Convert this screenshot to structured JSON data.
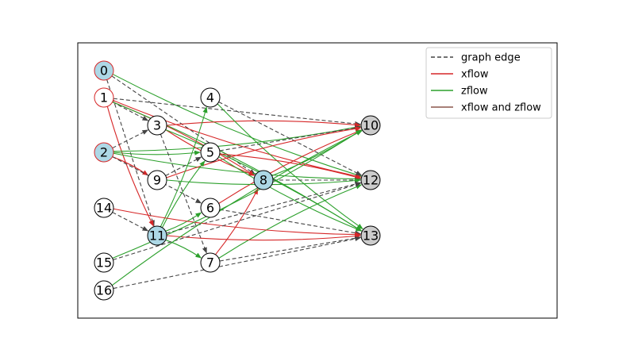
{
  "legend": {
    "entries": [
      {
        "key": "graph",
        "label": "graph edge",
        "color": "#444444",
        "dashed": true
      },
      {
        "key": "xflow",
        "label": "xflow",
        "color": "#d62728",
        "dashed": false
      },
      {
        "key": "zflow",
        "label": "zflow",
        "color": "#2ca02c",
        "dashed": false
      },
      {
        "key": "both",
        "label": "xflow and zflow",
        "color": "#8c564b",
        "dashed": false
      }
    ]
  },
  "colors": {
    "node_fill_default": "#ffffff",
    "node_fill_highlight": "#add8e6",
    "node_fill_target": "#cccccc",
    "node_border_default": "#000000",
    "node_border_red": "#d62728"
  },
  "nodes": [
    {
      "id": "0",
      "fill": "highlight",
      "border": "red"
    },
    {
      "id": "1",
      "fill": "default",
      "border": "red"
    },
    {
      "id": "2",
      "fill": "highlight",
      "border": "red"
    },
    {
      "id": "3",
      "fill": "default",
      "border": "default"
    },
    {
      "id": "4",
      "fill": "default",
      "border": "default"
    },
    {
      "id": "5",
      "fill": "default",
      "border": "default"
    },
    {
      "id": "6",
      "fill": "default",
      "border": "default"
    },
    {
      "id": "7",
      "fill": "default",
      "border": "default"
    },
    {
      "id": "8",
      "fill": "highlight",
      "border": "default"
    },
    {
      "id": "9",
      "fill": "default",
      "border": "default"
    },
    {
      "id": "10",
      "fill": "target",
      "border": "default"
    },
    {
      "id": "11",
      "fill": "highlight",
      "border": "default"
    },
    {
      "id": "12",
      "fill": "target",
      "border": "default"
    },
    {
      "id": "13",
      "fill": "target",
      "border": "default"
    },
    {
      "id": "14",
      "fill": "default",
      "border": "default"
    },
    {
      "id": "15",
      "fill": "default",
      "border": "default"
    },
    {
      "id": "16",
      "fill": "default",
      "border": "default"
    }
  ],
  "edges": [
    {
      "from": "0",
      "to": "11",
      "type": "graph"
    },
    {
      "from": "0",
      "to": "8",
      "type": "graph"
    },
    {
      "from": "0",
      "to": "12",
      "type": "zflow"
    },
    {
      "from": "1",
      "to": "3",
      "type": "graph"
    },
    {
      "from": "1",
      "to": "11",
      "type": "xflow"
    },
    {
      "from": "1",
      "to": "8",
      "type": "xflow"
    },
    {
      "from": "1",
      "to": "12",
      "type": "xflow"
    },
    {
      "from": "1",
      "to": "13",
      "type": "zflow"
    },
    {
      "from": "1",
      "to": "10",
      "type": "graph"
    },
    {
      "from": "2",
      "to": "9",
      "type": "xflow"
    },
    {
      "from": "2",
      "to": "10",
      "type": "zflow"
    },
    {
      "from": "2",
      "to": "3",
      "type": "graph"
    },
    {
      "from": "2",
      "to": "5",
      "type": "zflow"
    },
    {
      "from": "2",
      "to": "6",
      "type": "graph"
    },
    {
      "from": "2",
      "to": "12",
      "type": "zflow"
    },
    {
      "from": "3",
      "to": "10",
      "type": "xflow"
    },
    {
      "from": "3",
      "to": "8",
      "type": "xflow"
    },
    {
      "from": "3",
      "to": "13",
      "type": "zflow"
    },
    {
      "from": "3",
      "to": "7",
      "type": "graph"
    },
    {
      "from": "4",
      "to": "12",
      "type": "graph"
    },
    {
      "from": "4",
      "to": "13",
      "type": "zflow"
    },
    {
      "from": "5",
      "to": "12",
      "type": "xflow"
    },
    {
      "from": "5",
      "to": "13",
      "type": "zflow"
    },
    {
      "from": "5",
      "to": "10",
      "type": "graph"
    },
    {
      "from": "6",
      "to": "13",
      "type": "graph"
    },
    {
      "from": "6",
      "to": "10",
      "type": "xflow"
    },
    {
      "from": "7",
      "to": "8",
      "type": "xflow"
    },
    {
      "from": "7",
      "to": "12",
      "type": "zflow"
    },
    {
      "from": "7",
      "to": "13",
      "type": "graph"
    },
    {
      "from": "8",
      "to": "12",
      "type": "graph"
    },
    {
      "from": "8",
      "to": "10",
      "type": "zflow"
    },
    {
      "from": "9",
      "to": "10",
      "type": "xflow"
    },
    {
      "from": "9",
      "to": "12",
      "type": "zflow"
    },
    {
      "from": "9",
      "to": "5",
      "type": "graph"
    },
    {
      "from": "11",
      "to": "4",
      "type": "zflow"
    },
    {
      "from": "11",
      "to": "5",
      "type": "zflow"
    },
    {
      "from": "11",
      "to": "6",
      "type": "zflow"
    },
    {
      "from": "11",
      "to": "7",
      "type": "zflow"
    },
    {
      "from": "11",
      "to": "13",
      "type": "xflow"
    },
    {
      "from": "11",
      "to": "12",
      "type": "graph"
    },
    {
      "from": "14",
      "to": "13",
      "type": "xflow"
    },
    {
      "from": "14",
      "to": "11",
      "type": "graph"
    },
    {
      "from": "15",
      "to": "10",
      "type": "zflow"
    },
    {
      "from": "15",
      "to": "12",
      "type": "graph"
    },
    {
      "from": "16",
      "to": "13",
      "type": "graph"
    },
    {
      "from": "16",
      "to": "10",
      "type": "zflow"
    }
  ]
}
